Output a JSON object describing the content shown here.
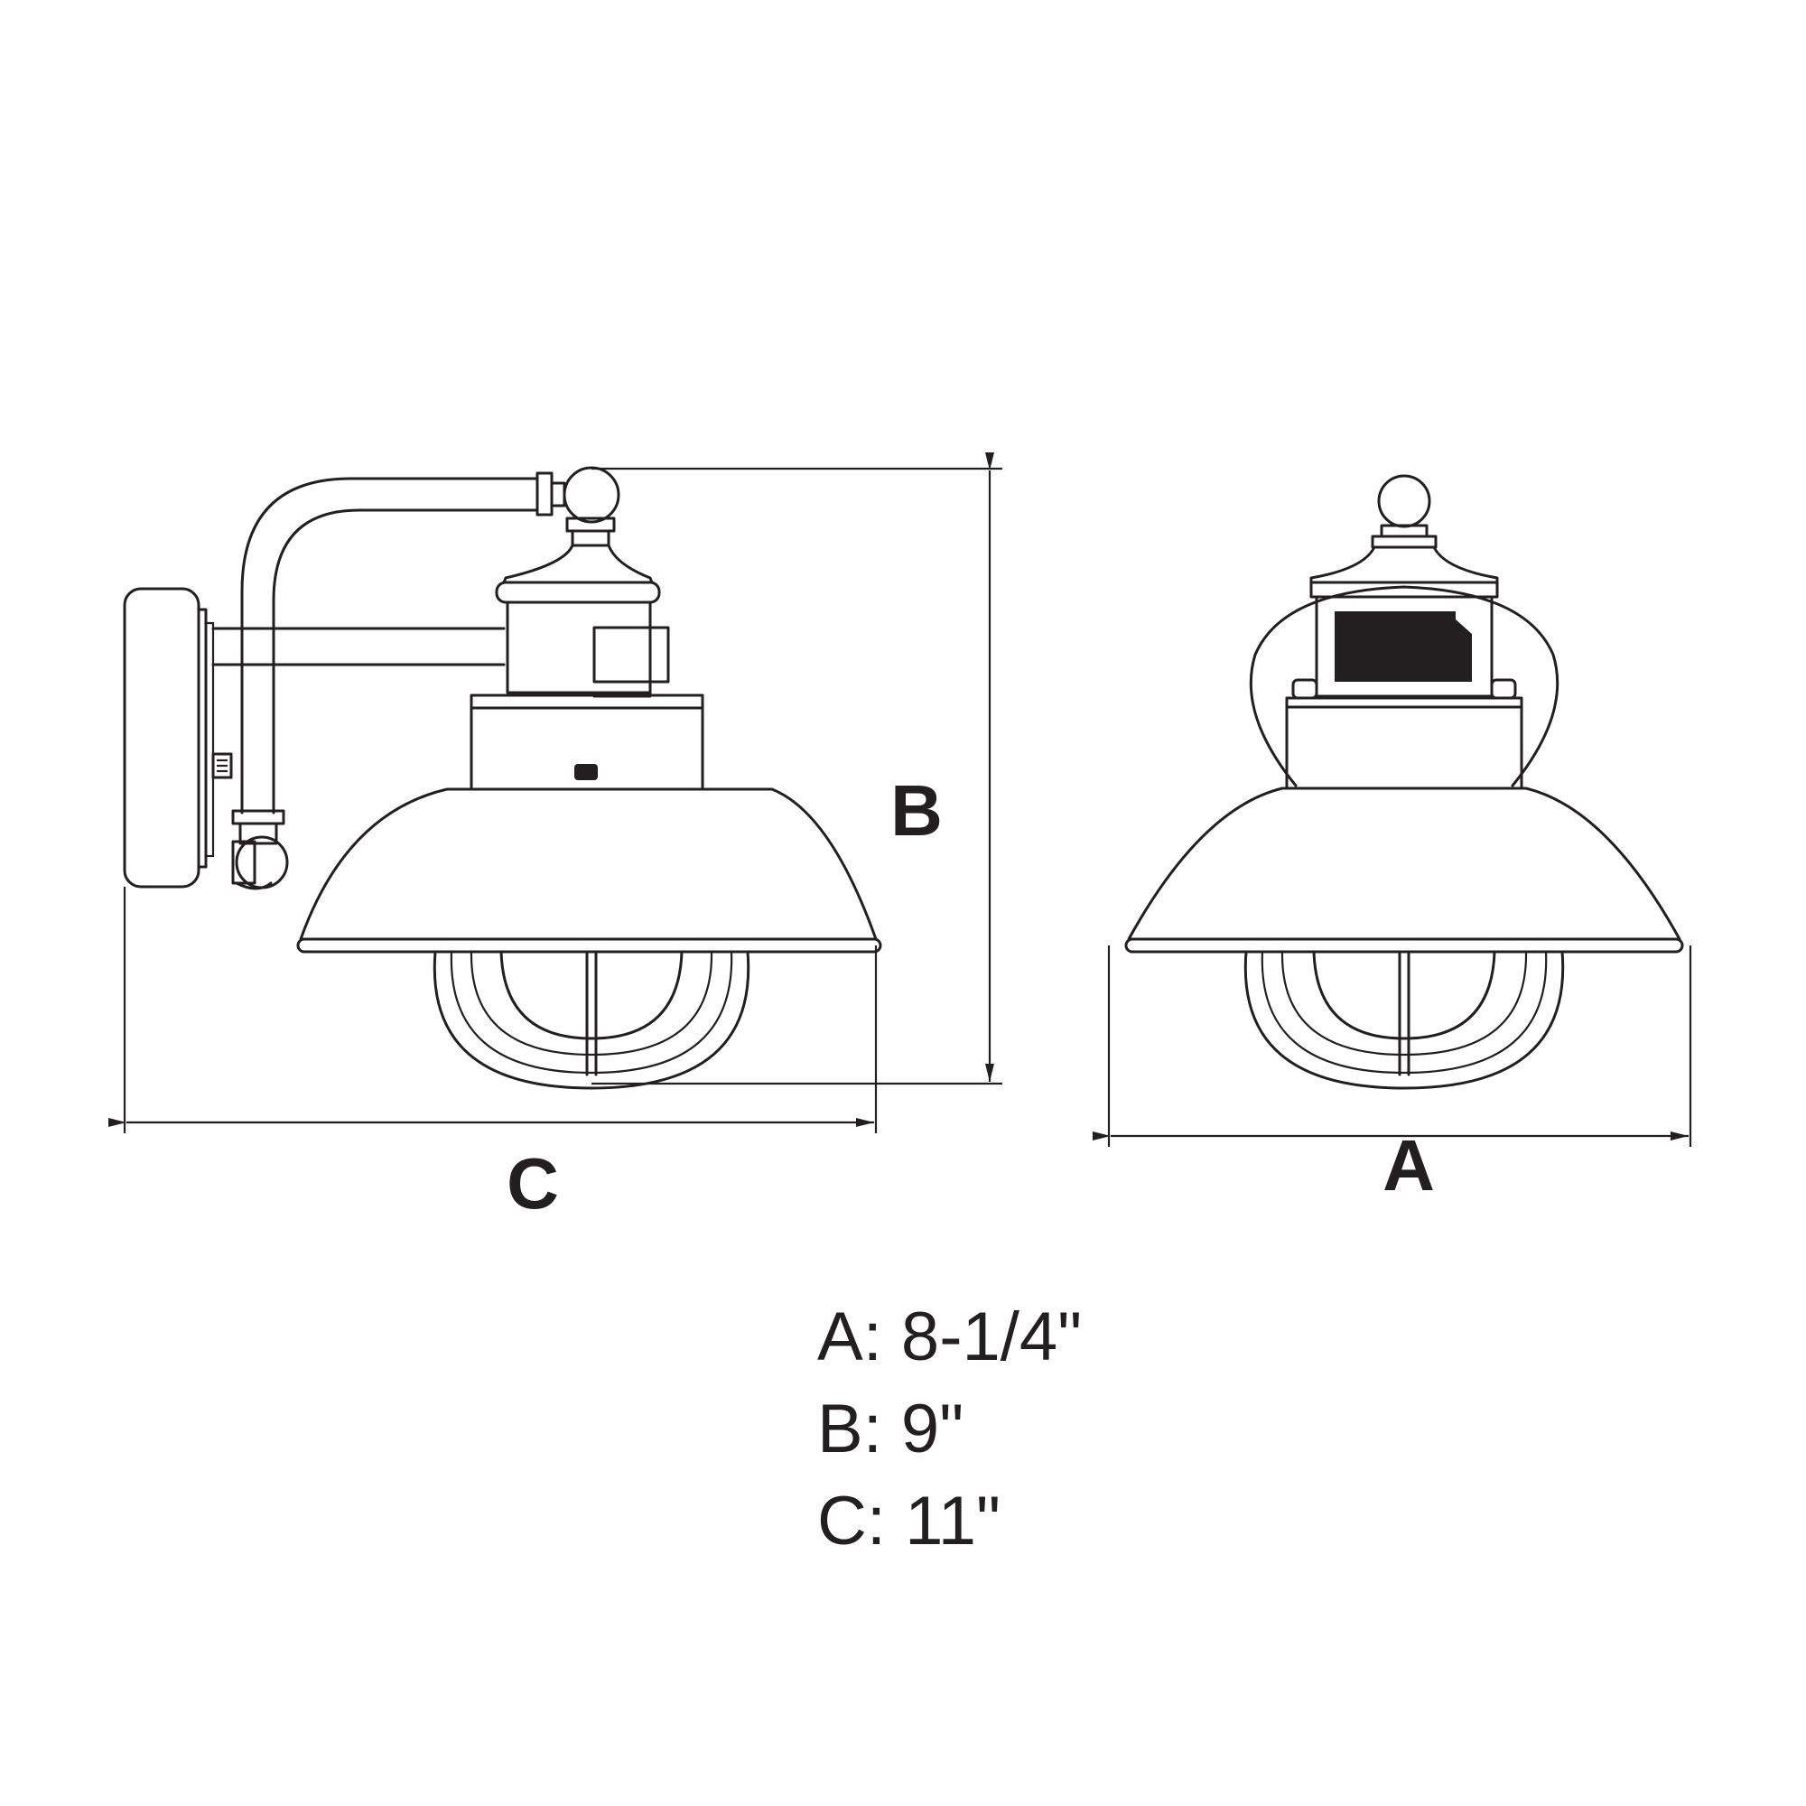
{
  "dimension_labels": {
    "a": "A",
    "b": "B",
    "c": "C"
  },
  "legend": [
    {
      "key": "A",
      "text": "A: 8-1/4\""
    },
    {
      "key": "B",
      "text": "B: 9\""
    },
    {
      "key": "C",
      "text": "C: 11\""
    }
  ],
  "colors": {
    "line": "#231f20",
    "background": "#ffffff"
  },
  "icons": {
    "side_view": "wall-lantern-side-view",
    "front_view": "wall-lantern-front-view"
  }
}
